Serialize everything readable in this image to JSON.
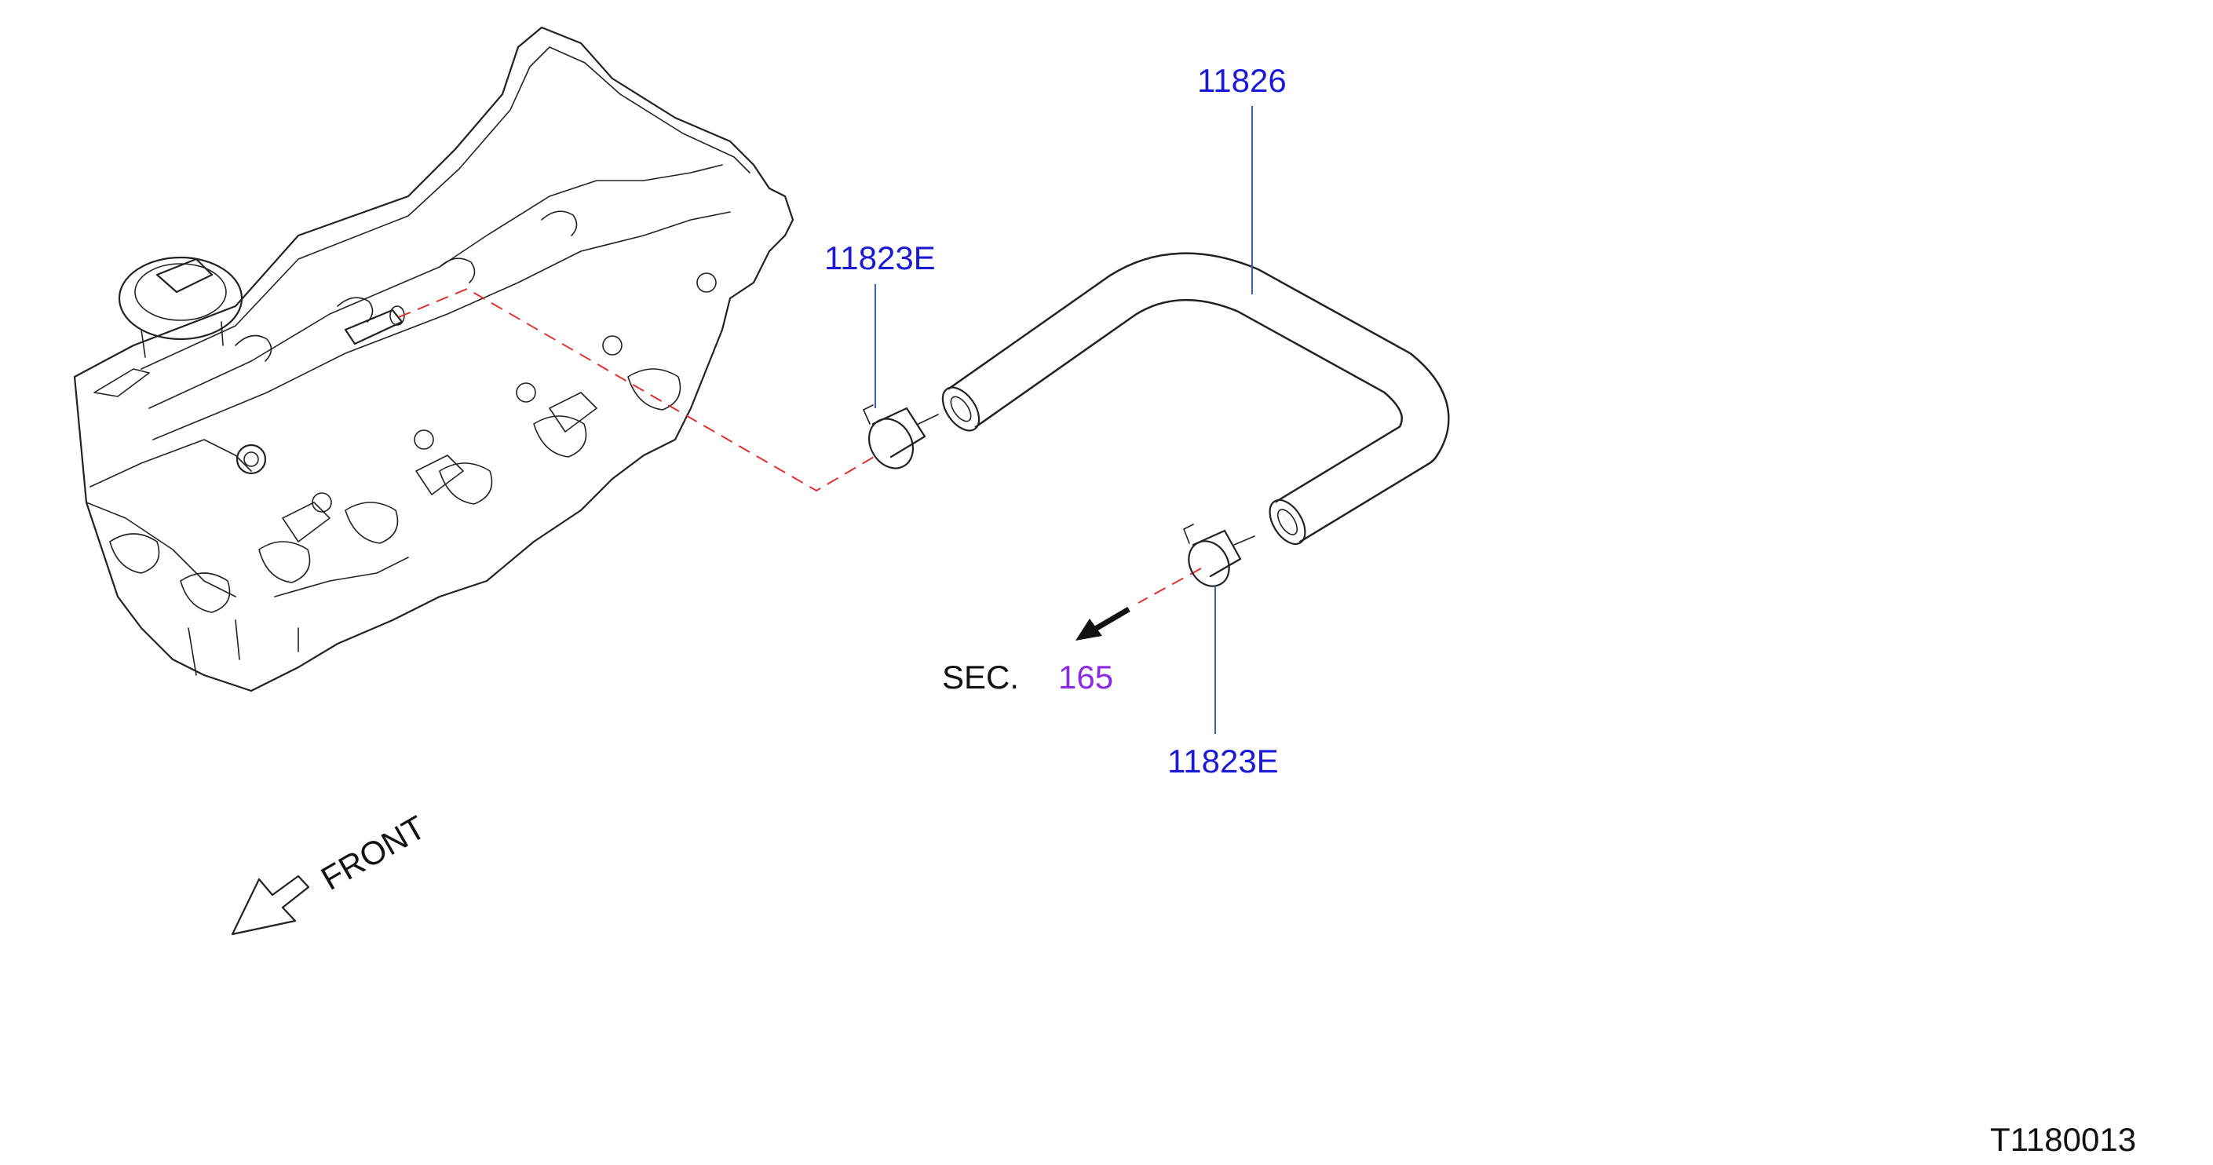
{
  "callouts": {
    "hose": "11826",
    "clamp_upper": "11823E",
    "clamp_lower": "11823E"
  },
  "section_ref": {
    "prefix": "SEC.",
    "number": "165"
  },
  "front_indicator": "FRONT",
  "diagram_id": "T1180013",
  "colors": {
    "part_number": "#1a1ad6",
    "section_number": "#8a2be2",
    "leader_line": "#3a5fb0",
    "flow_dashed_line": "#e03030",
    "drawing_ink": "#222222"
  }
}
